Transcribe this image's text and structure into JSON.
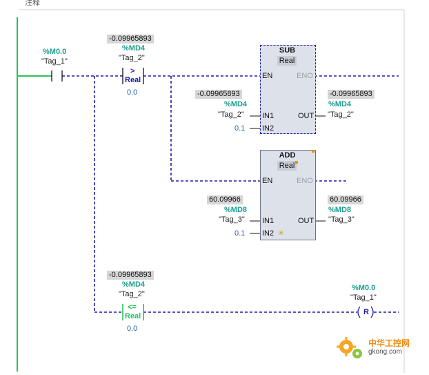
{
  "comment_label": "注释",
  "rung": {
    "contact_nc": {
      "address": "%M0.0",
      "tag": "\"Tag_1\""
    },
    "compare_gt": {
      "value": "-0.09965893",
      "address": "%MD4",
      "tag": "\"Tag_2\"",
      "op": ">",
      "type": "Real",
      "in2": "0.0"
    },
    "sub_block": {
      "name": "SUB",
      "type": "Real",
      "pins": {
        "en": "EN",
        "eno": "ENO",
        "in1": "IN1",
        "in2": "IN2",
        "out": "OUT"
      },
      "in1": {
        "value": "-0.09965893",
        "address": "%MD4",
        "tag": "\"Tag_2\""
      },
      "in2": "0.1",
      "out": {
        "value": "-0.09965893",
        "address": "%MD4",
        "tag": "\"Tag_2\""
      }
    },
    "add_block": {
      "name": "ADD",
      "type": "Real",
      "pins": {
        "en": "EN",
        "eno": "ENO",
        "in1": "IN1",
        "in2": "IN2",
        "out": "OUT"
      },
      "in1": {
        "value": "60.09966",
        "address": "%MD8",
        "tag": "\"Tag_3\""
      },
      "in2": "0.1",
      "out": {
        "value": "60.09966",
        "address": "%MD8",
        "tag": "\"Tag_3\""
      }
    },
    "compare_le": {
      "value": "-0.09965893",
      "address": "%MD4",
      "tag": "\"Tag_2\"",
      "op": "<=",
      "type": "Real",
      "in2": "0.0"
    },
    "reset_coil": {
      "address": "%M0.0",
      "tag": "\"Tag_1\"",
      "symbol": "R"
    }
  },
  "colors": {
    "wire": "#1a1aa8",
    "power_rail": "#22c55e",
    "teal": "#1a9e8e",
    "le_green": "#22c55e"
  },
  "watermark": {
    "cn": "中华工控网",
    "en": "gkong.com"
  }
}
